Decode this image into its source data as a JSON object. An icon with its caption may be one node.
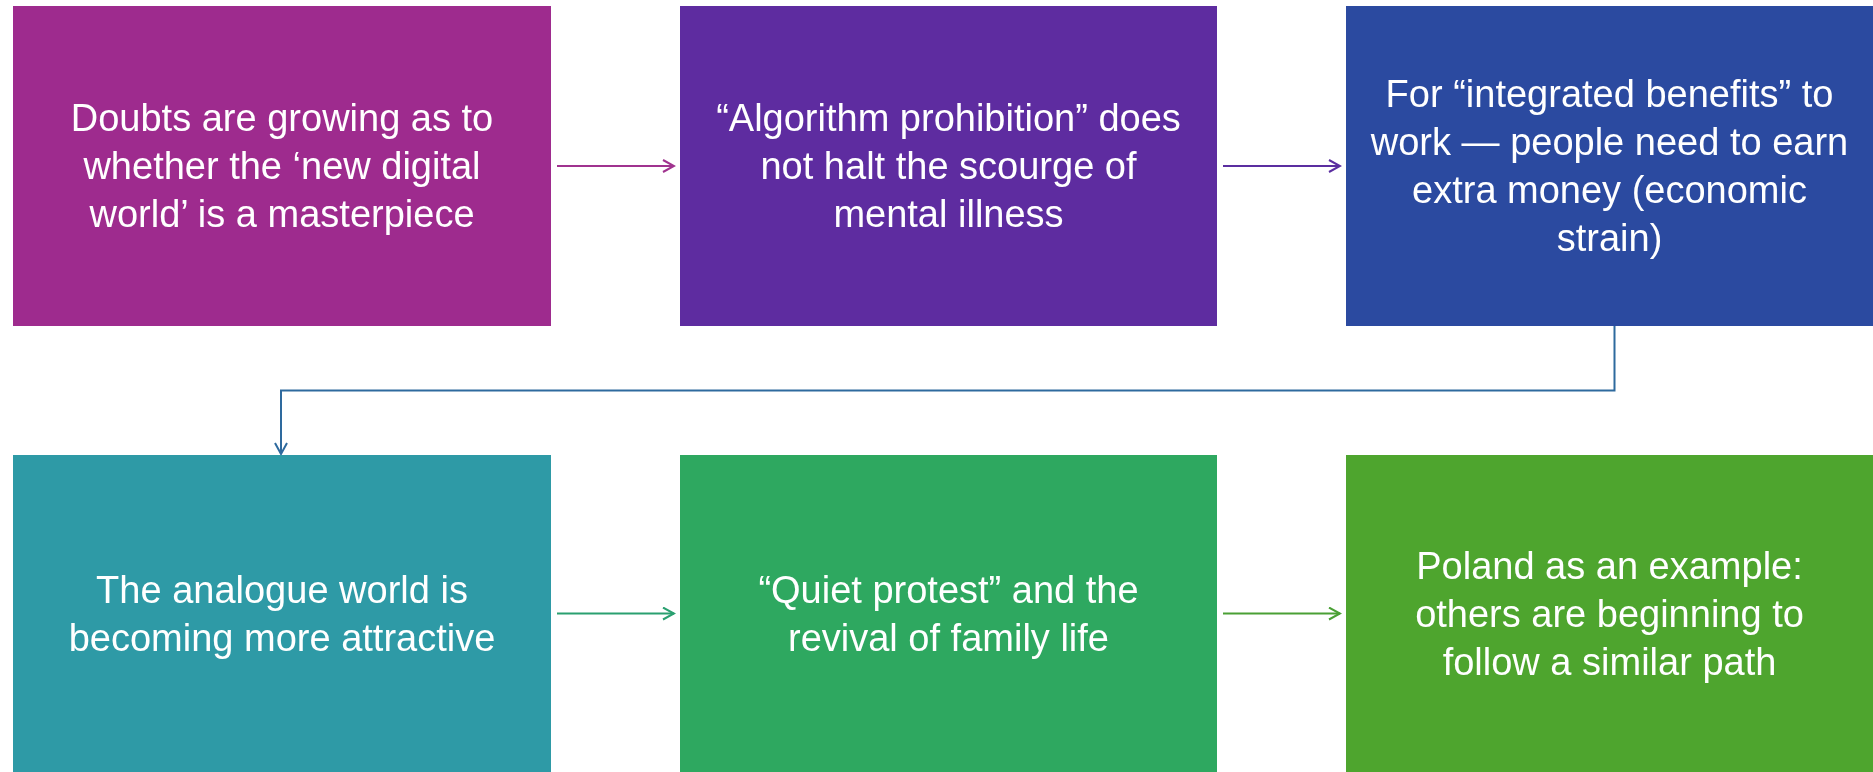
{
  "diagram": {
    "nodes": [
      {
        "text": [
          "Doubts are growing as to whether the ‘new digital world’ is a masterpiece"
        ]
      },
      {
        "text": [
          "“Algorithm prohibition” does not halt the scourge of mental illness"
        ]
      },
      {
        "text": [
          "For “integrated benefits” to work — people need to earn extra money (economic strain)"
        ]
      },
      {
        "text": [
          "The analogue world is becoming more attractive"
        ]
      },
      {
        "text": [
          "“Quiet protest” and the revival of family life"
        ]
      },
      {
        "text": [
          "Poland as an example: others are beginning to follow a similar path"
        ]
      }
    ],
    "edges": [
      {
        "from": 0,
        "to": 1,
        "arrow": "to",
        "color": "#a0338f"
      },
      {
        "from": 1,
        "to": 2,
        "arrow": "to",
        "color": "#5b2ea0"
      },
      {
        "from": 2,
        "to": 3,
        "arrow": "to",
        "color": "#2e6a9e"
      },
      {
        "from": 3,
        "to": 4,
        "arrow": "to",
        "color": "#2aa070"
      },
      {
        "from": 4,
        "to": 5,
        "arrow": "to",
        "color": "#4aa035"
      }
    ]
  }
}
